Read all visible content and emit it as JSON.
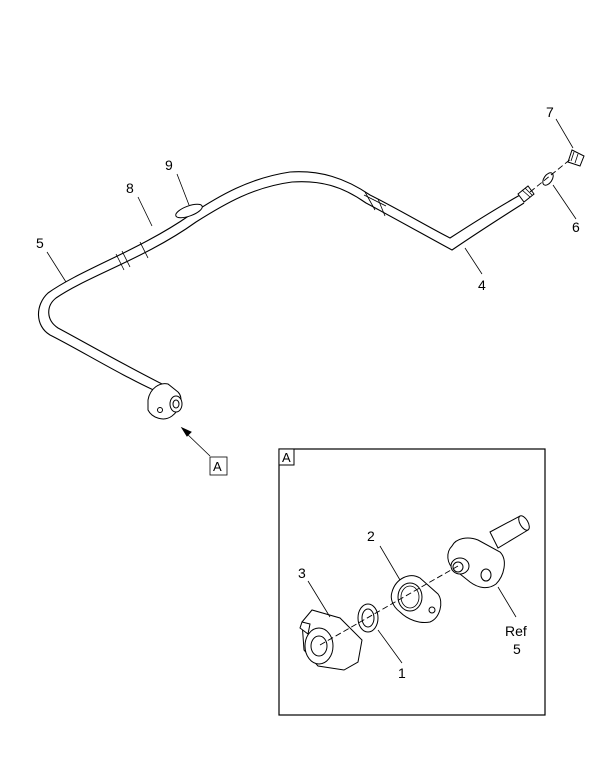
{
  "callouts": {
    "c1": "1",
    "c2": "2",
    "c3": "3",
    "c4": "4",
    "c5": "5",
    "c6": "6",
    "c7": "7",
    "c8": "8",
    "c9": "9",
    "ref_word": "Ref",
    "ref_num": "5"
  },
  "view_label": "A",
  "detail_box_label": "A"
}
